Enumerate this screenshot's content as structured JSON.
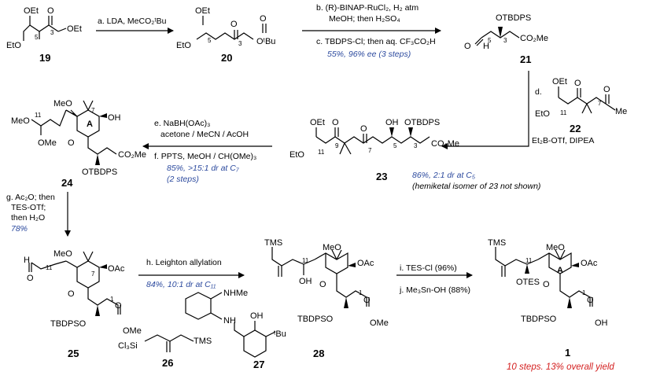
{
  "colors": {
    "blue": "#2c4a9e",
    "red": "#d42020"
  },
  "compounds": {
    "c19": "19",
    "c20": "20",
    "c21": "21",
    "c22": "22",
    "c23": "23",
    "c24": "24",
    "c25": "25",
    "c26": "26",
    "c27": "27",
    "c28": "28",
    "c1": "1"
  },
  "atoms": {
    "OEt": "OEt",
    "EtO": "EtO",
    "O": "O",
    "H": "H",
    "OtBu": "OᵗBu",
    "OTBDPS": "OTBDPS",
    "TBDPSO": "TBDPSO",
    "CO2Me": "CO₂Me",
    "OMe": "OMe",
    "MeO": "MeO",
    "OH": "OH",
    "OAc": "OAc",
    "OTES": "OTES",
    "TMS": "TMS",
    "NHMe": "NHMe",
    "NH": "NH",
    "Cl3Si": "Cl₃Si",
    "tBu": "ᵗBu",
    "A": "A"
  },
  "locants": {
    "n1": "1",
    "n3": "3",
    "n5": "5",
    "n7": "7",
    "n9": "9",
    "n11": "11"
  },
  "steps": {
    "a": "a. LDA, MeCO₂ᵗBu",
    "b1": "b. (R)-BINAP-RuCl₂, H₂ atm",
    "b2": "MeOH; then H₂SO₄",
    "c": "c. TBDPS-Cl; then aq. CF₃CO₂H",
    "c_yield": "55%, 96% ee (3 steps)",
    "d": "d.",
    "d_reagent": "Et₂B-OTf, DIPEA",
    "d_yield": "86%, 2:1 dr at C₅",
    "d_note": "(hemiketal isomer of 23 not shown)",
    "e1": "e. NaBH(OAc)₃",
    "e2": "acetone / MeCN / AcOH",
    "f": "f. PPTS, MeOH / CH(OMe)₃",
    "f_yield1": "85%, >15:1 dr at C₇",
    "f_yield2": "(2 steps)",
    "g1": "g. Ac₂O; then",
    "g2": "TES-OTf;",
    "g3": "then H₂O",
    "g_yield": "78%",
    "h": "h. Leighton allylation",
    "h_yield": "84%, 10:1 dr at C₁₁",
    "i": "i. TES-Cl (96%)",
    "j": "j. Me₃Sn-OH (88%)",
    "summary": "10 steps. 13% overall yield"
  }
}
